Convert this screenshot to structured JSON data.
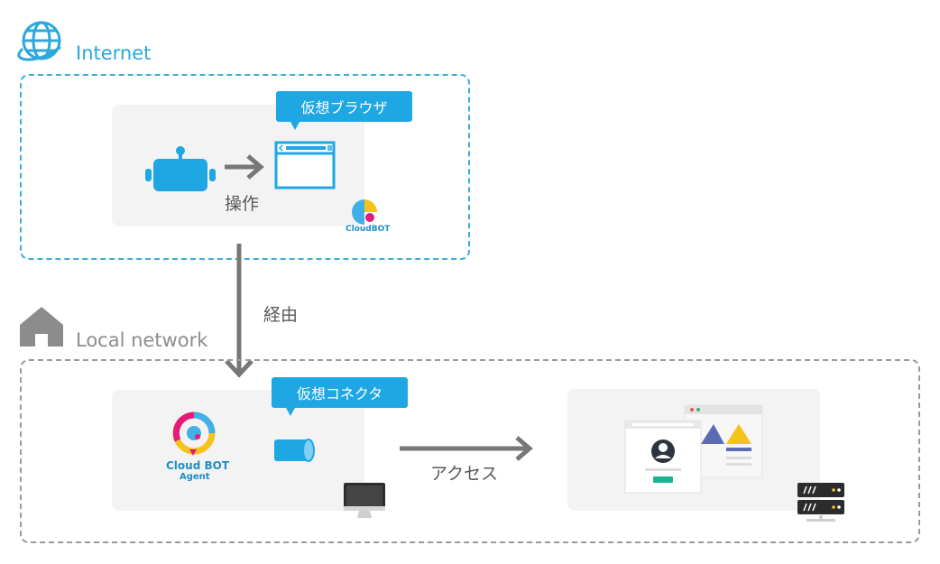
{
  "internet": {
    "label": "Internet"
  },
  "local": {
    "label": "Local network"
  },
  "cloud": {
    "browser_callout": "仮想ブラウザ",
    "operate_label": "操作",
    "brand": "CloudBOT"
  },
  "via_label": "経由",
  "agent": {
    "connector_callout": "仮想コネクタ",
    "brand_line1": "Cloud BOT",
    "brand_line2": "Agent",
    "access_label": "アクセス"
  },
  "colors": {
    "accent_blue": "#1fa7e4",
    "internet_border": "#3aaed8",
    "local_border": "#9a9a9a",
    "arrow_gray": "#777777",
    "panel_bg": "#f3f3f3"
  }
}
